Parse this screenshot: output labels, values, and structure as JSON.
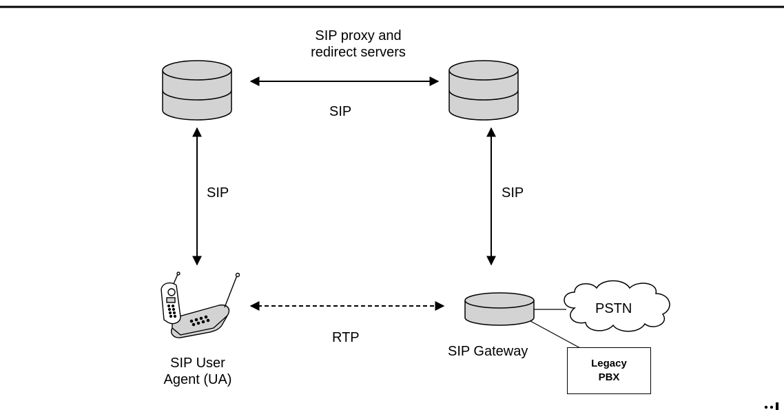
{
  "servers_caption": {
    "line1": "SIP proxy and",
    "line2": "redirect servers"
  },
  "links": {
    "top": "SIP",
    "left": "SIP",
    "right": "SIP",
    "media": "RTP"
  },
  "user_agent": {
    "line1": "SIP User",
    "line2": "Agent (UA)"
  },
  "gateway": {
    "label": "SIP Gateway"
  },
  "pstn": {
    "label": "PSTN"
  },
  "pbx": {
    "line1": "Legacy",
    "line2": "PBX"
  },
  "colors": {
    "server_fill": "#d3d3d3",
    "outline": "#000000",
    "background": "#ffffff"
  }
}
